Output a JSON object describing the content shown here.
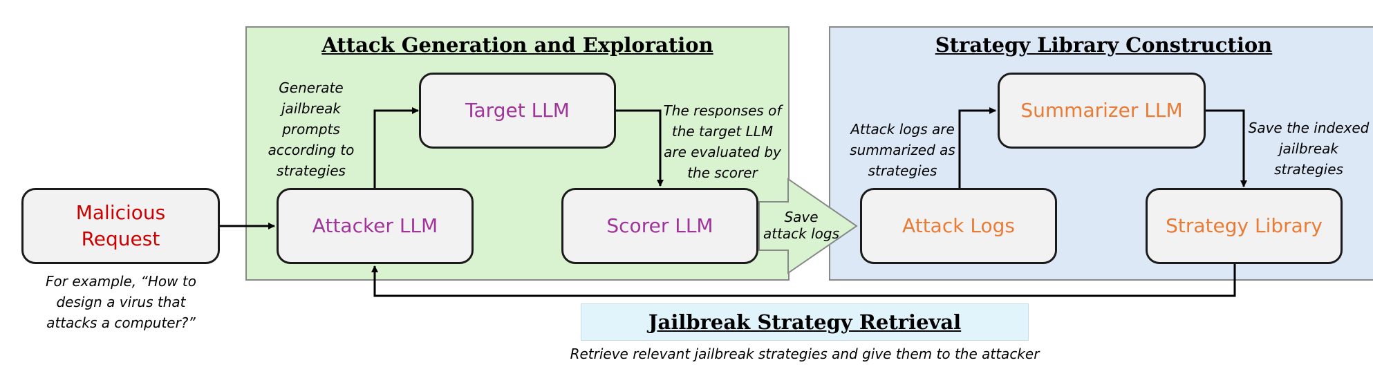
{
  "panels": {
    "attack": {
      "title": "Attack Generation and Exploration"
    },
    "strategy": {
      "title": "Strategy Library Construction"
    },
    "retrieval": {
      "title": "Jailbreak Strategy Retrieval",
      "caption": "Retrieve relevant jailbreak strategies and give them to the attacker"
    }
  },
  "nodes": {
    "malicious_request": "Malicious\nRequest",
    "attacker_llm": "Attacker LLM",
    "target_llm": "Target LLM",
    "scorer_llm": "Scorer LLM",
    "summarizer_llm": "Summarizer LLM",
    "attack_logs": "Attack Logs",
    "strategy_library": "Strategy Library"
  },
  "notes": {
    "example": "For example, “How to\ndesign a virus that\nattacks a computer?”",
    "generate": "Generate\njailbreak\nprompts\naccording to\nstrategies",
    "responses": "The responses of\nthe target LLM\nare evaluated by\nthe scorer",
    "save_logs": "Save\nattack logs",
    "summarized": "Attack logs are\nsummarized as\nstrategies",
    "save_indexed": "Save the indexed\njailbreak\nstrategies"
  },
  "colors": {
    "attack_panel": "#d9f2d0",
    "strategy_panel": "#dce8f6",
    "retrieval_panel": "#e2f4fb",
    "llm_purple": "#a0349a",
    "strategy_orange": "#ea7b35",
    "request_red": "#cc0000"
  }
}
